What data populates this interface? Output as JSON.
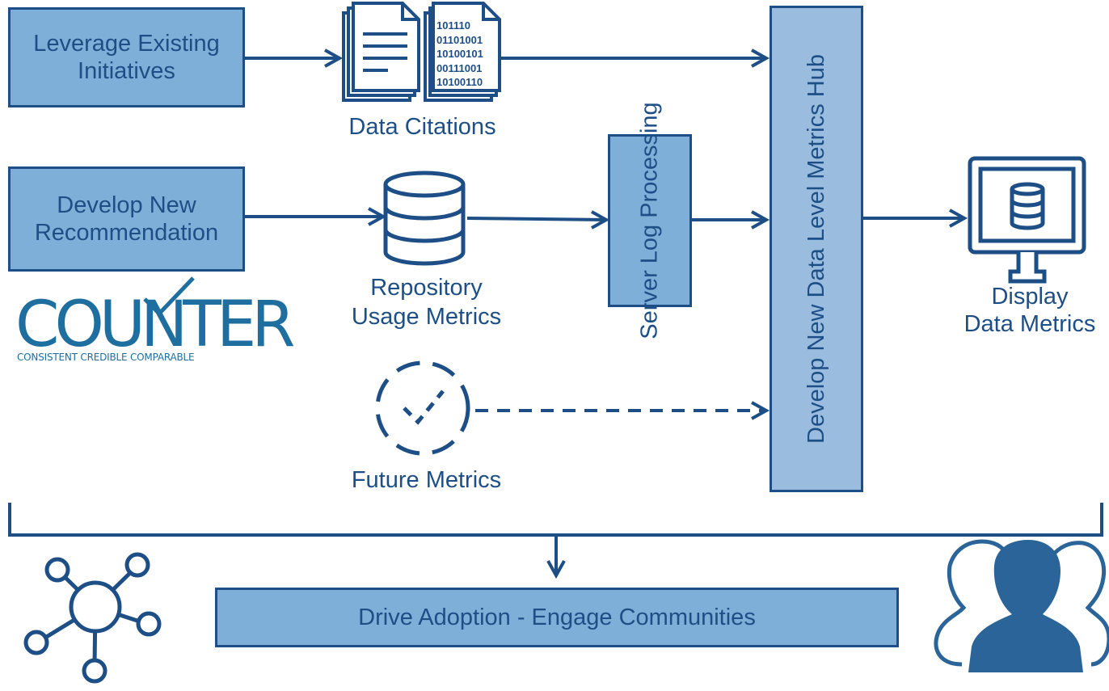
{
  "boxes": {
    "leverage": "Leverage Existing\nInitiatives",
    "develop_new": "Develop New\nRecommendation",
    "server_log": "Server Log\nProcessing",
    "hub": "Develop New Data Level Metrics Hub",
    "drive": "Drive Adoption - Engage Communities"
  },
  "labels": {
    "data_citations": "Data Citations",
    "repository_usage": "Repository\nUsage Metrics",
    "future_metrics": "Future Metrics",
    "display": "Display\nData Metrics"
  },
  "binary_lines": [
    "101110",
    "01101001",
    "10100101",
    "00111001",
    "10100110"
  ],
  "counter_logo": {
    "word": "COUNTER",
    "tagline": "CONSISTENT CREDIBLE COMPARABLE"
  },
  "colors": {
    "stroke": "#1d4f86",
    "box_fill": "#7eafd8",
    "hub_fill": "#9abcdf",
    "counter": "#1e6f9f"
  },
  "icons": [
    "document-icon",
    "binary-document-icon",
    "database-icon",
    "future-metrics-icon",
    "monitor-database-icon",
    "network-icon",
    "people-icon",
    "counter-logo"
  ]
}
